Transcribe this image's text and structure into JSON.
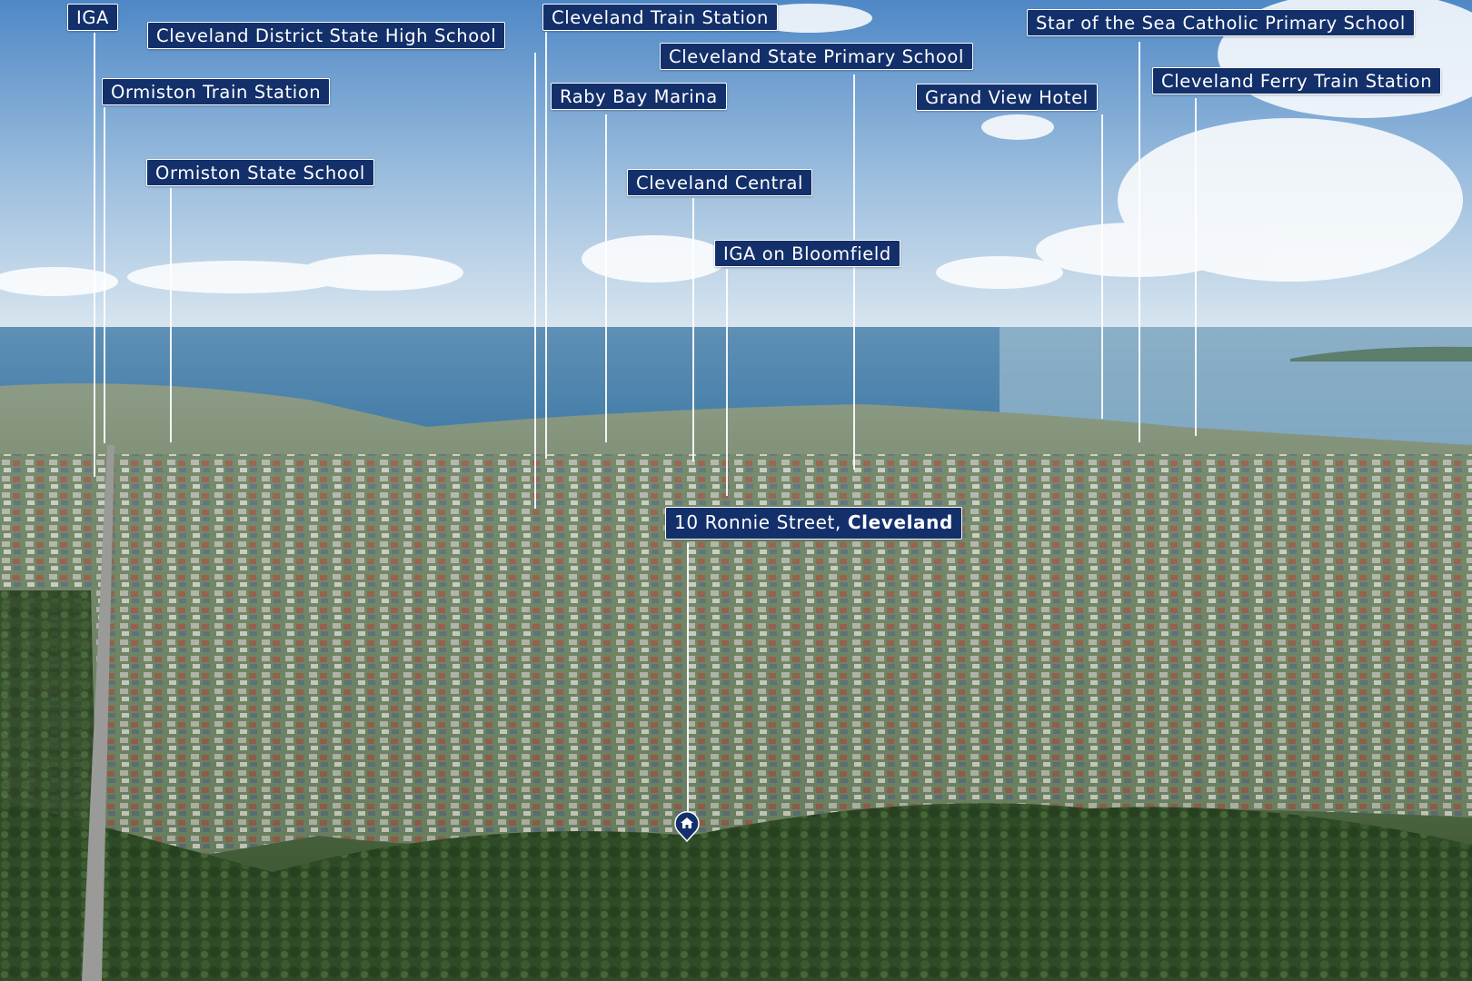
{
  "labels": {
    "iga": "IGA",
    "cleveland_district_shs": "Cleveland District State High School",
    "cleveland_train_station": "Cleveland Train Station",
    "star_of_the_sea": "Star of the Sea Catholic Primary School",
    "ormiston_train_station": "Ormiston Train Station",
    "cleveland_state_primary": "Cleveland State Primary School",
    "cleveland_ferry_train_station": "Cleveland Ferry Train Station",
    "raby_bay_marina": "Raby Bay Marina",
    "grand_view_hotel": "Grand View Hotel",
    "ormiston_state_school": "Ormiston State School",
    "cleveland_central": "Cleveland Central",
    "iga_on_bloomfield": "IGA on Bloomfield"
  },
  "property": {
    "street": "10 Ronnie Street,",
    "suburb": "Cleveland"
  },
  "icons": {
    "property_pin": "home-pin-icon"
  },
  "colors": {
    "label_bg": "#13306b",
    "label_text": "#ffffff",
    "leader_line": "#ffffff"
  }
}
